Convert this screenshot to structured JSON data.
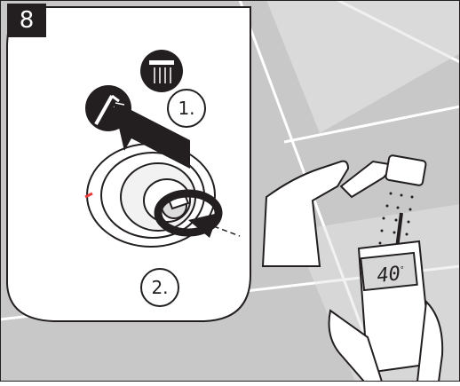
{
  "step": {
    "number": "8"
  },
  "callouts": [
    {
      "label": "1."
    },
    {
      "label": "2."
    }
  ],
  "thermometer": {
    "reading": "40",
    "unit": "°"
  },
  "colors": {
    "outline": "#231f20",
    "wall": "#c8c8c8",
    "tile_light": "#e6e6e6",
    "accent_red": "#e63c3c",
    "panel": "#ffffff"
  },
  "icons": [
    "handshower-icon",
    "overhead-shower-icon",
    "rotate-arrow-icon",
    "water-spray-icon",
    "thermometer-icon",
    "hand-icon"
  ]
}
